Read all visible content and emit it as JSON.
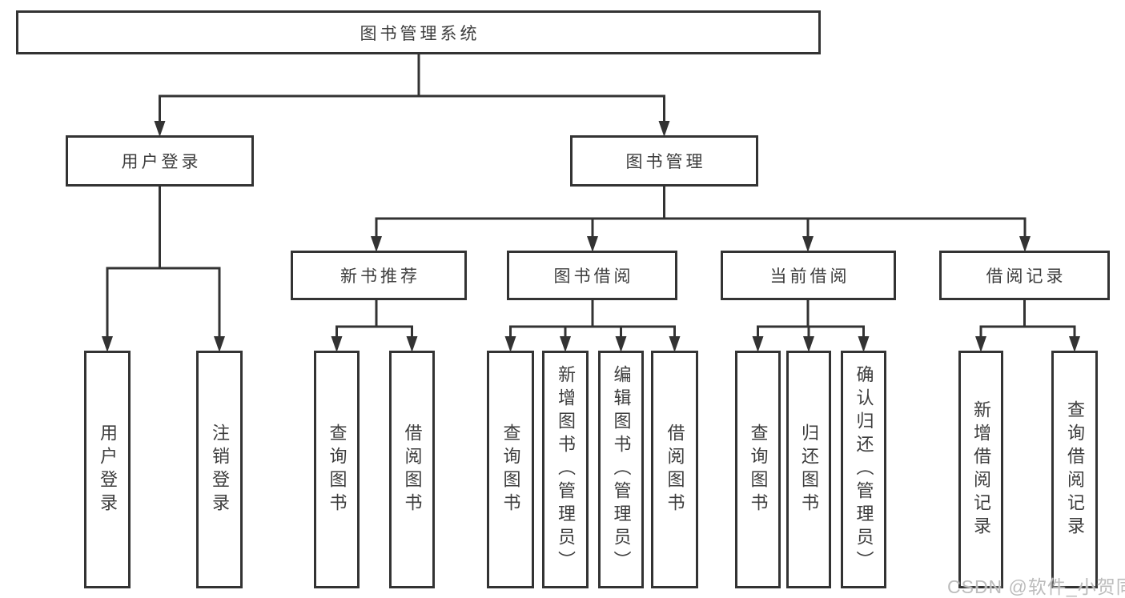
{
  "diagram_type": "hierarchy-tree",
  "colors": {
    "line": "#333333",
    "border": "#333333",
    "text": "#3d3d3d",
    "background": "#ffffff",
    "watermark": "#bcbcbc"
  },
  "nodes": {
    "root": "图书管理系统",
    "user_login": "用户登录",
    "book_management": "图书管理",
    "new_book_recommend": "新书推荐",
    "book_borrow": "图书借阅",
    "current_borrow": "当前借阅",
    "borrow_records": "借阅记录",
    "leaf_user_login": "用户登录",
    "leaf_logout": "注销登录",
    "leaf_rec_query_books": "查询图书",
    "leaf_rec_borrow_books": "借阅图书",
    "leaf_bor_query_books": "查询图书",
    "leaf_bor_add_books": "新增图书（管理员）",
    "leaf_bor_edit_books": "编辑图书（管理员）",
    "leaf_bor_borrow_books": "借阅图书",
    "leaf_cur_query_books": "查询图书",
    "leaf_cur_return_books": "归还图书",
    "leaf_cur_confirm_return": "确认归还（管理员）",
    "leaf_recs_add_record": "新增借阅记录",
    "leaf_recs_query_record": "查询借阅记录"
  },
  "watermark": "CSDN @软件_小贺同学"
}
